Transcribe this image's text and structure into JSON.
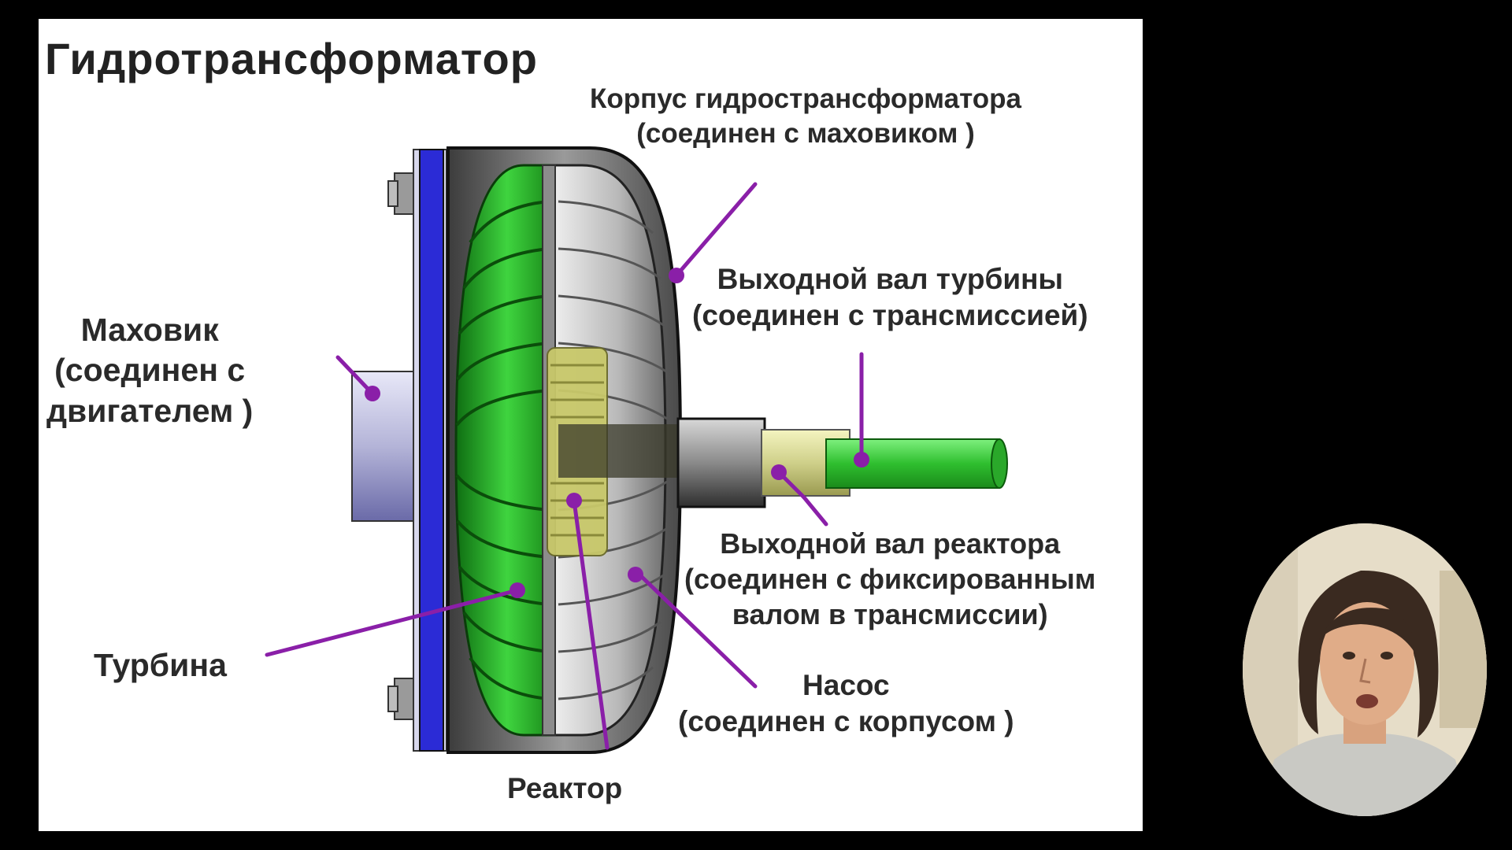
{
  "slide": {
    "title": "Гидротрансформатор",
    "labels": {
      "housing": [
        "Корпус гидространсформатора",
        "(соединен с маховиком )"
      ],
      "turbine_shaft": [
        "Выходной вал турбины",
        "(соединен с трансмиссией)"
      ],
      "flywheel": [
        "Маховик",
        "(соединен с",
        "двигателем )"
      ],
      "reactor_shaft": [
        "Выходной вал реактора",
        "(соединен с фиксированным",
        "валом в трансмиссии)"
      ],
      "pump": [
        "Насос",
        "(соединен с корпусом )"
      ],
      "turbine": "Турбина",
      "reactor": "Реактор"
    }
  },
  "colors": {
    "callout": "#8a1fa8",
    "flywheel_plate": "#2b2bd6",
    "turbine": "#2fb52f",
    "housing": "#6b6b6b",
    "shaft": "#3dcf3d",
    "reactor": "#c8c86a"
  },
  "webcam": {
    "icon": "presenter-webcam"
  }
}
